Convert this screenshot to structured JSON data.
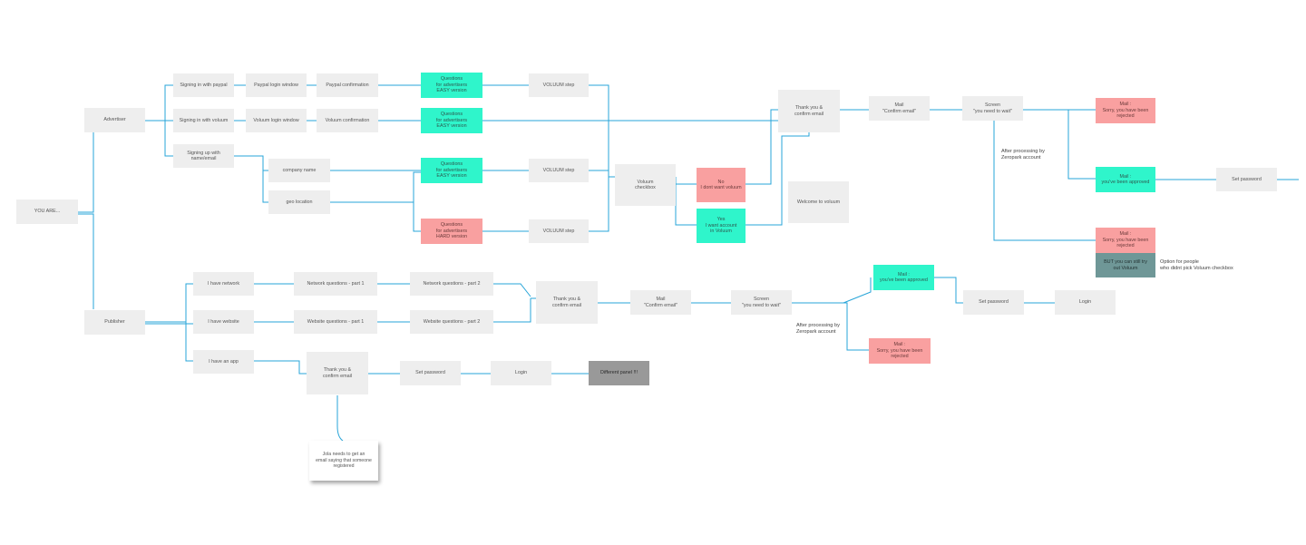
{
  "colors": {
    "line": "#27a4d8",
    "box": "#eeeeee",
    "approved": "#2ff5cb",
    "rejected": "#f9a0a0",
    "option": "#6f9797",
    "panel": "#999999"
  },
  "start": {
    "you_are": "YOU ARE..."
  },
  "advertiser": {
    "label": "Advertiser",
    "paypal": {
      "signin": "Signing in with paypal",
      "login_window": "Paypal login window",
      "confirmation": "Paypal confirmation"
    },
    "voluum": {
      "signin": "Signing in with voluum",
      "login_window": "Voluum login window",
      "confirmation": "Voluum confirmation"
    },
    "signup": {
      "label": "Signing up with\nname/email",
      "company": "company name",
      "geo": "geo location"
    },
    "questions_easy_1": "Questions\nfor advertisers\nEASY version",
    "questions_easy_2": "Questions\nfor advertisers\nEASY version",
    "questions_easy_3": "Questions\nfor advertisers\nEASY version",
    "questions_hard": "Questions\nfor advertisers\nHARD version",
    "voluum_step_1": "VOLUUM step",
    "voluum_step_2": "VOLUUM step",
    "voluum_step_3": "VOLUUM step",
    "voluum_checkbox": "Voluum\ncheckbox",
    "no_voluum": "No\nI dont want voluum",
    "yes_voluum": "Yes\nI want account\nin Voluum",
    "welcome": "Welcome to voluum",
    "thank_you": "Thank you &\nconfirm email",
    "mail_confirm": "Mail\n\"Confirm email\"",
    "screen_wait": "Screen\n\"you need to wait\"",
    "note_processing": "After processing by\nZeropark account",
    "mail_rejected_1": "Mail :\nSorry, you have been\nrejected",
    "mail_approved": "Mail :\nyou've been approved",
    "set_password": "Set password",
    "mail_rejected_2": "Mail :\nSorry, you have been\nrejected",
    "but_option": "BUT you can still try\nout Voluum",
    "note_option": "Option for people\nwho didnt pick Voluum checkbox"
  },
  "publisher": {
    "label": "Publisher",
    "network": "I have network",
    "website": "I have website",
    "app": "I have an app",
    "network_q1": "Network questions - part 1",
    "network_q2": "Network questions - part 2",
    "website_q1": "Website  questions - part 1",
    "website_q2": "Website  questions - part 2",
    "thank_you": "Thank you &\nconfirm email",
    "mail_confirm": "Mail\n\"Confirm email\"",
    "screen_wait": "Screen\n\"you need to wait\"",
    "note_processing": "After processing by\nZeropark account",
    "mail_approved": "Mail :\nyou've been approved",
    "mail_rejected": "Mail :\nSorry, you have been\nrejected",
    "set_password": "Set password",
    "login": "Login",
    "app_thank_you": "Thank you &\nconfirm email",
    "app_set_password": "Set password",
    "app_login": "Login",
    "different_panel": "Different panel !!!",
    "sticky_note": "Jola needs to get an\nemail saying that someone\nregistered"
  }
}
